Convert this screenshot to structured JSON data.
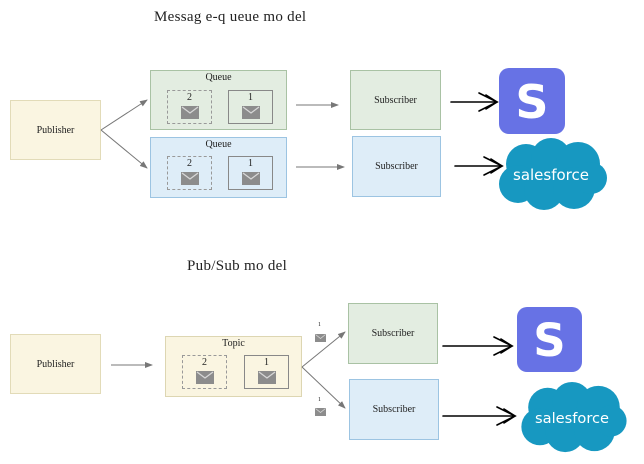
{
  "diagrams": [
    {
      "title": "Messag e-q ueue mo del",
      "publisher": "Publisher",
      "queues": [
        {
          "label": "Queue",
          "messages": [
            "2",
            "1"
          ]
        },
        {
          "label": "Queue",
          "messages": [
            "2",
            "1"
          ]
        }
      ],
      "subscribers": [
        "Subscriber",
        "Subscriber"
      ]
    },
    {
      "title": "Pub/Sub mo del",
      "publisher": "Publisher",
      "topic": {
        "label": "Topic",
        "messages": [
          "2",
          "1"
        ]
      },
      "subscribers": [
        "Subscriber",
        "Subscriber"
      ],
      "delivered_labels": [
        "1",
        "1"
      ]
    }
  ],
  "logos": {
    "stripe": {
      "letter": "S",
      "color": "#6772e5"
    },
    "salesforce": {
      "text": "salesforce",
      "color": "#1798c1"
    }
  },
  "icons": [
    "envelope-icon",
    "stripe-logo",
    "salesforce-logo"
  ]
}
